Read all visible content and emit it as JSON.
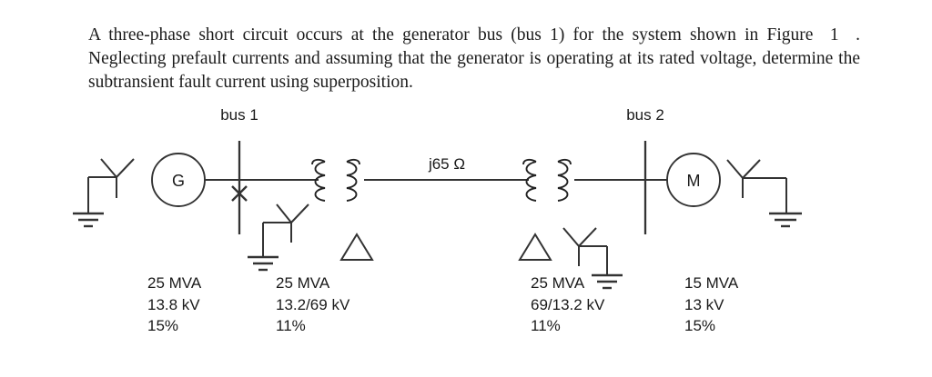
{
  "problem": {
    "text_before_figure": "A three-phase short circuit occurs at the generator bus (bus 1) for the system shown in Figure",
    "figure_number": "1",
    "text_after_figure": ". Neglecting prefault currents and assuming that the generator is operating at its rated voltage, determine the subtransient fault current using superposition."
  },
  "diagram": {
    "buses": [
      {
        "id": "bus-1",
        "label": "bus 1"
      },
      {
        "id": "bus-2",
        "label": "bus 2"
      }
    ],
    "machines": [
      {
        "id": "generator",
        "symbol": "G",
        "name": "generator"
      },
      {
        "id": "motor",
        "symbol": "M",
        "name": "motor"
      }
    ],
    "transmission_line": {
      "label": "j65 Ω",
      "impedance_value": "j65",
      "unit": "Ω"
    },
    "fault": {
      "marker": "x",
      "location": "bus 1",
      "type": "three-phase short circuit"
    },
    "transformers": [
      {
        "id": "transformer-1",
        "primary_connection": "wye-grounded",
        "secondary_connection": "delta"
      },
      {
        "id": "transformer-2",
        "primary_connection": "delta",
        "secondary_connection": "wye-grounded"
      }
    ],
    "winding_symbols": [
      {
        "id": "generator-wye-ground",
        "type": "wye-grounded"
      },
      {
        "id": "transformer-1-wye-ground",
        "type": "wye-grounded"
      },
      {
        "id": "transformer-1-delta",
        "type": "delta"
      },
      {
        "id": "transformer-2-delta",
        "type": "delta"
      },
      {
        "id": "transformer-2-wye-ground",
        "type": "wye-grounded"
      },
      {
        "id": "motor-wye-ground",
        "type": "wye-grounded"
      }
    ]
  },
  "ratings": [
    {
      "id": "generator-ratings",
      "for": "generator",
      "mva": "25 MVA",
      "kv": "13.8 kV",
      "reactance": "15%"
    },
    {
      "id": "transformer-1-ratings",
      "for": "transformer-1",
      "mva": "25 MVA",
      "kv": "13.2/69 kV",
      "reactance": "11%"
    },
    {
      "id": "transformer-2-ratings",
      "for": "transformer-2",
      "mva": "25 MVA",
      "kv": "69/13.2 kV",
      "reactance": "11%"
    },
    {
      "id": "motor-ratings",
      "for": "motor",
      "mva": "15 MVA",
      "kv": "13 kV",
      "reactance": "15%"
    }
  ],
  "colors": {
    "ink": "#1a1a1a",
    "line": "#333333",
    "background": "#ffffff"
  }
}
